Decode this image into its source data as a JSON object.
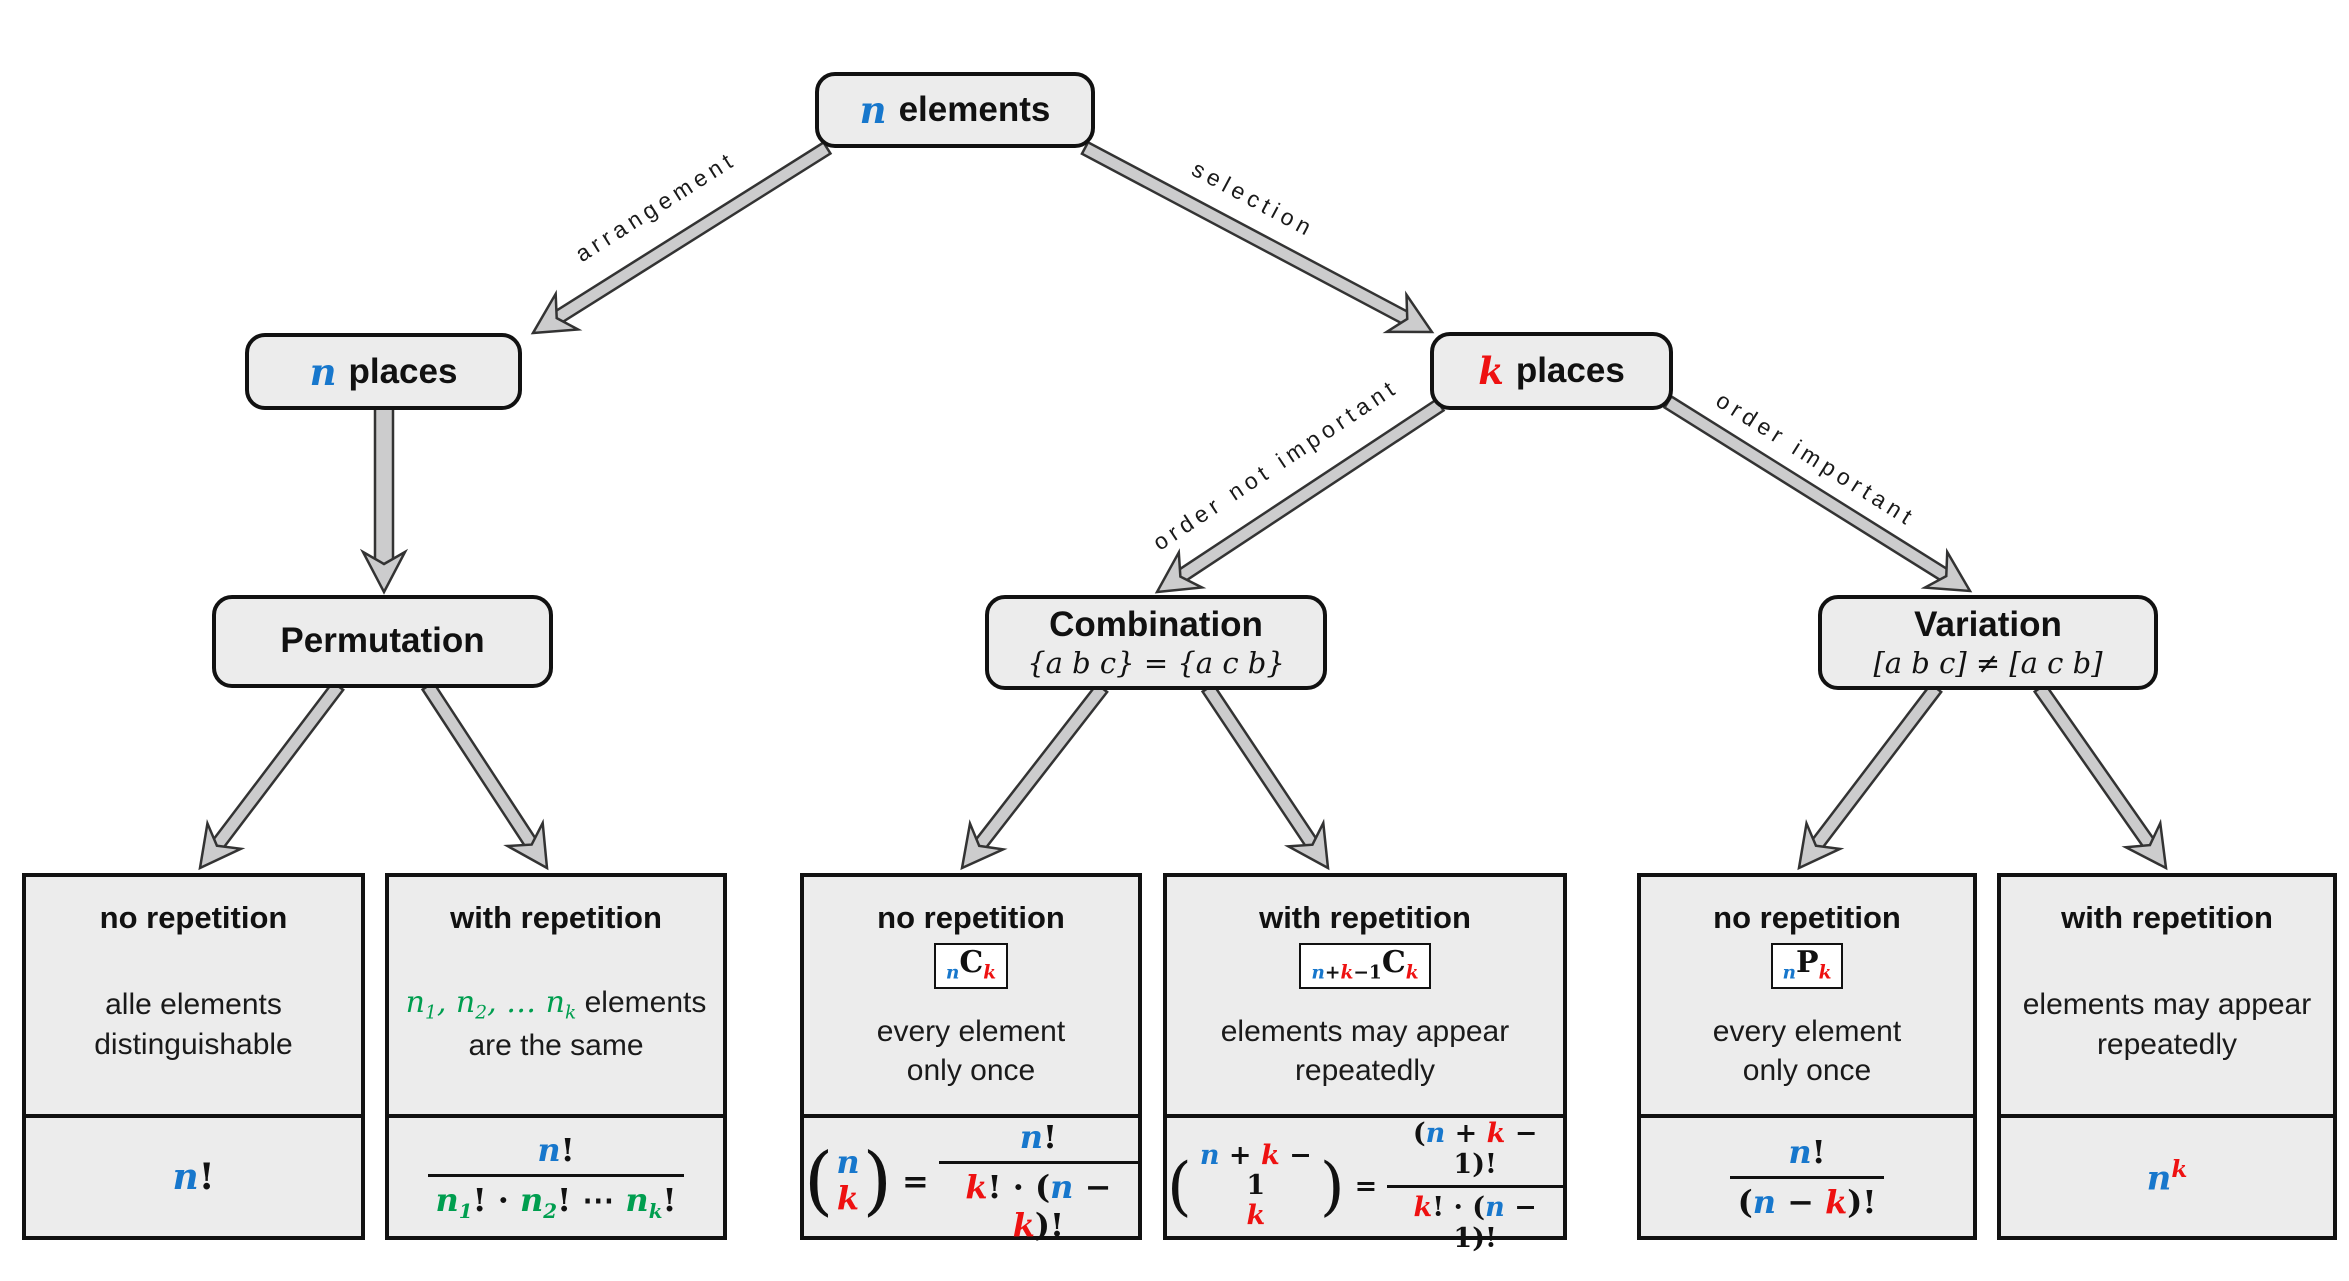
{
  "colors": {
    "blue_n": "#1777cc",
    "red_k": "#ee1111",
    "green_n_sub": "#009e4f",
    "box_fill": "#ececec",
    "box_border": "#111111",
    "arrow_fill": "#cccccd",
    "background": "#ffffff"
  },
  "nodes": {
    "root": {
      "var_part": "n",
      "text_part": "elements"
    },
    "n_places": {
      "var_part": "n",
      "text_part": "places"
    },
    "k_places": {
      "var_part": "k",
      "text_part": "places"
    },
    "permutation": {
      "title": "Permutation"
    },
    "combination": {
      "title": "Combination",
      "subtitle": "{a b c} = {a c b}"
    },
    "variation": {
      "title": "Variation",
      "subtitle": "[a b c] ≠ [a c b]"
    }
  },
  "edge_labels": {
    "arrangement": "arrangement",
    "selection": "selection",
    "order_not_important": "order not important",
    "order_important": "order important"
  },
  "leaves": {
    "perm_no_rep": {
      "title": "no repetition",
      "body1": "alle elements",
      "body2": "distinguishable",
      "formula": [
        {
          "t": "n",
          "c": "blue"
        },
        {
          "t": "!",
          "c": "black"
        }
      ]
    },
    "perm_with_rep": {
      "title": "with repetition",
      "body1_tokens": [
        {
          "t": "n",
          "c": "green"
        },
        {
          "t": "1",
          "c": "green",
          "sub": true
        },
        {
          "t": ", ",
          "c": "green"
        },
        {
          "t": "n",
          "c": "green"
        },
        {
          "t": "2",
          "c": "green",
          "sub": true
        },
        {
          "t": ", … ",
          "c": "green"
        },
        {
          "t": "n",
          "c": "green"
        },
        {
          "t": "k",
          "c": "green",
          "sub": true
        },
        {
          "t": " elements",
          "c": "text"
        }
      ],
      "body2": "are the same",
      "frac_num": [
        {
          "t": "n",
          "c": "blue"
        },
        {
          "t": "!",
          "c": "black"
        }
      ],
      "frac_den": [
        {
          "t": "n",
          "c": "green"
        },
        {
          "t": "1",
          "c": "green",
          "sub": true
        },
        {
          "t": "!",
          "c": "black"
        },
        {
          "t": " · ",
          "c": "black"
        },
        {
          "t": "n",
          "c": "green"
        },
        {
          "t": "2",
          "c": "green",
          "sub": true
        },
        {
          "t": "!",
          "c": "black"
        },
        {
          "t": " ⋯ ",
          "c": "black"
        },
        {
          "t": "n",
          "c": "green"
        },
        {
          "t": "k",
          "c": "green",
          "sub": true
        },
        {
          "t": "!",
          "c": "black"
        }
      ]
    },
    "comb_no_rep": {
      "title": "no repetition",
      "symbol": [
        {
          "t": "n",
          "c": "blue",
          "sub": true
        },
        {
          "t": "C",
          "c": "black"
        },
        {
          "t": "k",
          "c": "red",
          "sub": true
        }
      ],
      "body1": "every element",
      "body2": "only once",
      "binom_open": "(",
      "binom_top": [
        {
          "t": "n",
          "c": "blue"
        }
      ],
      "binom_bottom": [
        {
          "t": "k",
          "c": "red"
        }
      ],
      "binom_close": ")",
      "equals": "=",
      "frac_num": [
        {
          "t": "n",
          "c": "blue"
        },
        {
          "t": "!",
          "c": "black"
        }
      ],
      "frac_den": [
        {
          "t": "k",
          "c": "red"
        },
        {
          "t": "! · (",
          "c": "black"
        },
        {
          "t": "n",
          "c": "blue"
        },
        {
          "t": " − ",
          "c": "black"
        },
        {
          "t": "k",
          "c": "red"
        },
        {
          "t": ")!",
          "c": "black"
        }
      ]
    },
    "comb_with_rep": {
      "title": "with repetition",
      "symbol": [
        {
          "t": "n",
          "c": "blue",
          "sub": true
        },
        {
          "t": "+",
          "c": "black",
          "sub": true
        },
        {
          "t": "k",
          "c": "red",
          "sub": true
        },
        {
          "t": "−1",
          "c": "black",
          "sub": true
        },
        {
          "t": "C",
          "c": "black"
        },
        {
          "t": "k",
          "c": "red",
          "sub": true
        }
      ],
      "body1": "elements may appear",
      "body2": "repeatedly",
      "binom_open": "(",
      "binom_top": [
        {
          "t": "n",
          "c": "blue"
        },
        {
          "t": " + ",
          "c": "black"
        },
        {
          "t": "k",
          "c": "red"
        },
        {
          "t": " − 1",
          "c": "black"
        }
      ],
      "binom_bottom": [
        {
          "t": "k",
          "c": "red"
        }
      ],
      "binom_close": ")",
      "equals": "=",
      "frac_num": [
        {
          "t": "(",
          "c": "black"
        },
        {
          "t": "n",
          "c": "blue"
        },
        {
          "t": " + ",
          "c": "black"
        },
        {
          "t": "k",
          "c": "red"
        },
        {
          "t": " − 1",
          "c": "black"
        },
        {
          "t": ")!",
          "c": "black"
        }
      ],
      "frac_den": [
        {
          "t": "k",
          "c": "red"
        },
        {
          "t": "! · (",
          "c": "black"
        },
        {
          "t": "n",
          "c": "blue"
        },
        {
          "t": " − 1)!",
          "c": "black"
        }
      ]
    },
    "var_no_rep": {
      "title": "no repetition",
      "symbol": [
        {
          "t": "n",
          "c": "blue",
          "sub": true
        },
        {
          "t": "P",
          "c": "black"
        },
        {
          "t": "k",
          "c": "red",
          "sub": true
        }
      ],
      "body1": "every element",
      "body2": "only once",
      "frac_num": [
        {
          "t": "n",
          "c": "blue"
        },
        {
          "t": "!",
          "c": "black"
        }
      ],
      "frac_den": [
        {
          "t": "(",
          "c": "black"
        },
        {
          "t": "n",
          "c": "blue"
        },
        {
          "t": " − ",
          "c": "black"
        },
        {
          "t": "k",
          "c": "red"
        },
        {
          "t": ")!",
          "c": "black"
        }
      ]
    },
    "var_with_rep": {
      "title": "with repetition",
      "body1": "elements may appear",
      "body2": "repeatedly",
      "formula": [
        {
          "t": "n",
          "c": "blue"
        },
        {
          "t": "k",
          "c": "red",
          "sup": true
        }
      ]
    }
  }
}
